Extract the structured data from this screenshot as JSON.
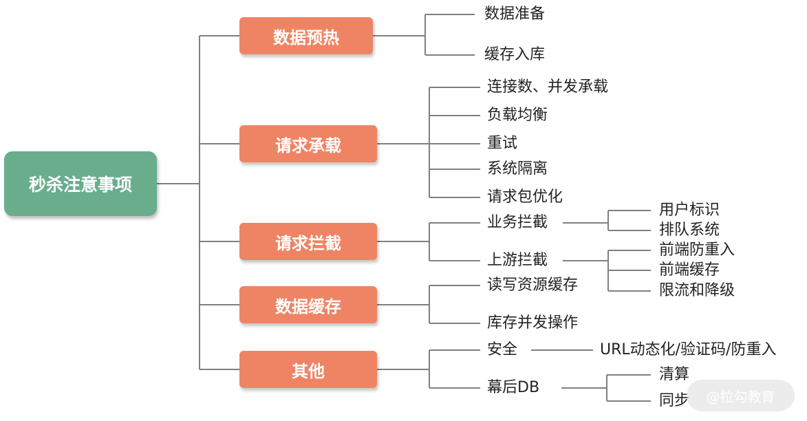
{
  "root": {
    "label": "秒杀注意事项"
  },
  "categories": [
    {
      "label": "数据预热",
      "items": [
        "数据准备",
        "缓存入库"
      ]
    },
    {
      "label": "请求承载",
      "items": [
        "连接数、并发承载",
        "负载均衡",
        "重试",
        "系统隔离",
        "请求包优化"
      ]
    },
    {
      "label": "请求拦截",
      "items": [
        "业务拦截",
        "上游拦截"
      ],
      "sub": {
        "业务拦截": [
          "用户标识",
          "排队系统"
        ],
        "上游拦截": [
          "前端防重入",
          "前端缓存",
          "限流和降级"
        ]
      }
    },
    {
      "label": "数据缓存",
      "items": [
        "读写资源缓存",
        "库存并发操作"
      ]
    },
    {
      "label": "其他",
      "items": [
        "安全",
        "幕后DB"
      ],
      "sub": {
        "安全": [
          "URL动态化/验证码/防重入"
        ],
        "幕后DB": [
          "清算",
          "同步"
        ]
      }
    }
  ],
  "watermark": {
    "text": "@拉勾教育"
  }
}
